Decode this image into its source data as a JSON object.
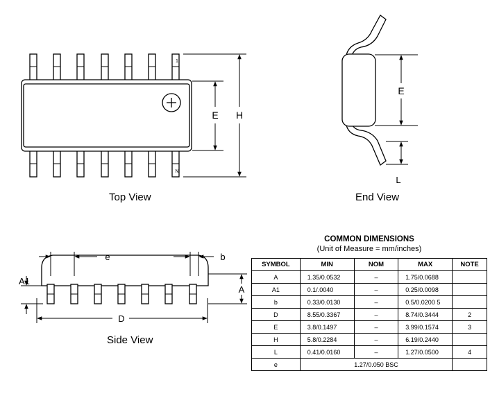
{
  "top_view": {
    "caption": "Top View",
    "pin1_label": "1",
    "pinN_label": "N",
    "dim_E": "E",
    "dim_H": "H"
  },
  "end_view": {
    "caption": "End View",
    "dim_E": "E",
    "dim_L": "L"
  },
  "side_view": {
    "caption": "Side View",
    "dim_e": "e",
    "dim_b": "b",
    "dim_A1": "A1",
    "dim_A": "A",
    "dim_D": "D"
  },
  "table": {
    "title": "COMMON DIMENSIONS",
    "subtitle": "(Unit of Measure = mm/inches)",
    "headers": [
      "SYMBOL",
      "MIN",
      "NOM",
      "MAX",
      "NOTE"
    ],
    "rows": [
      {
        "symbol": "A",
        "min": "1.35/0.0532",
        "nom": "–",
        "max": "1.75/0.0688",
        "note": ""
      },
      {
        "symbol": "A1",
        "min": "0.1/.0040",
        "nom": "–",
        "max": "0.25/0.0098",
        "note": ""
      },
      {
        "symbol": "b",
        "min": "0.33/0.0130",
        "nom": "–",
        "max": "0.5/0.0200 5",
        "note": ""
      },
      {
        "symbol": "D",
        "min": "8.55/0.3367",
        "nom": "–",
        "max": "8.74/0.3444",
        "note": "2"
      },
      {
        "symbol": "E",
        "min": "3.8/0.1497",
        "nom": "–",
        "max": "3.99/0.1574",
        "note": "3"
      },
      {
        "symbol": "H",
        "min": "5.8/0.2284",
        "nom": "–",
        "max": "6.19/0.2440",
        "note": ""
      },
      {
        "symbol": "L",
        "min": "0.41/0.0160",
        "nom": "–",
        "max": "1.27/0.0500",
        "note": "4"
      }
    ],
    "last_row": {
      "symbol": "e",
      "value": "1.27/0.050 BSC"
    }
  }
}
